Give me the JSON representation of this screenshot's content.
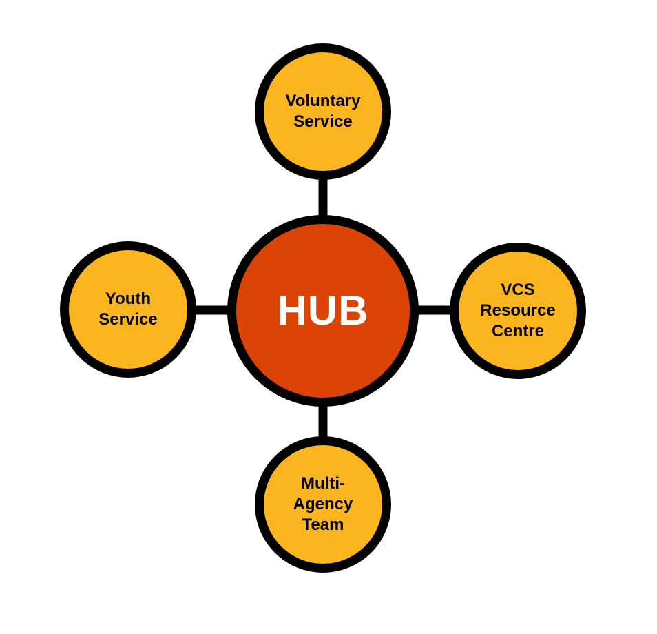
{
  "hub": {
    "label": "HUB"
  },
  "nodes": {
    "top": {
      "label": "Voluntary\nService"
    },
    "left": {
      "label": "Youth\nService"
    },
    "right": {
      "label": "VCS\nResource\nCentre"
    },
    "bottom": {
      "label": "Multi-\nAgency\nTeam"
    }
  },
  "colors": {
    "hub_fill": "#dc4406",
    "node_fill": "#fbb51f",
    "outline": "#000000",
    "hub_text": "#ffffff",
    "node_text": "#000000"
  }
}
